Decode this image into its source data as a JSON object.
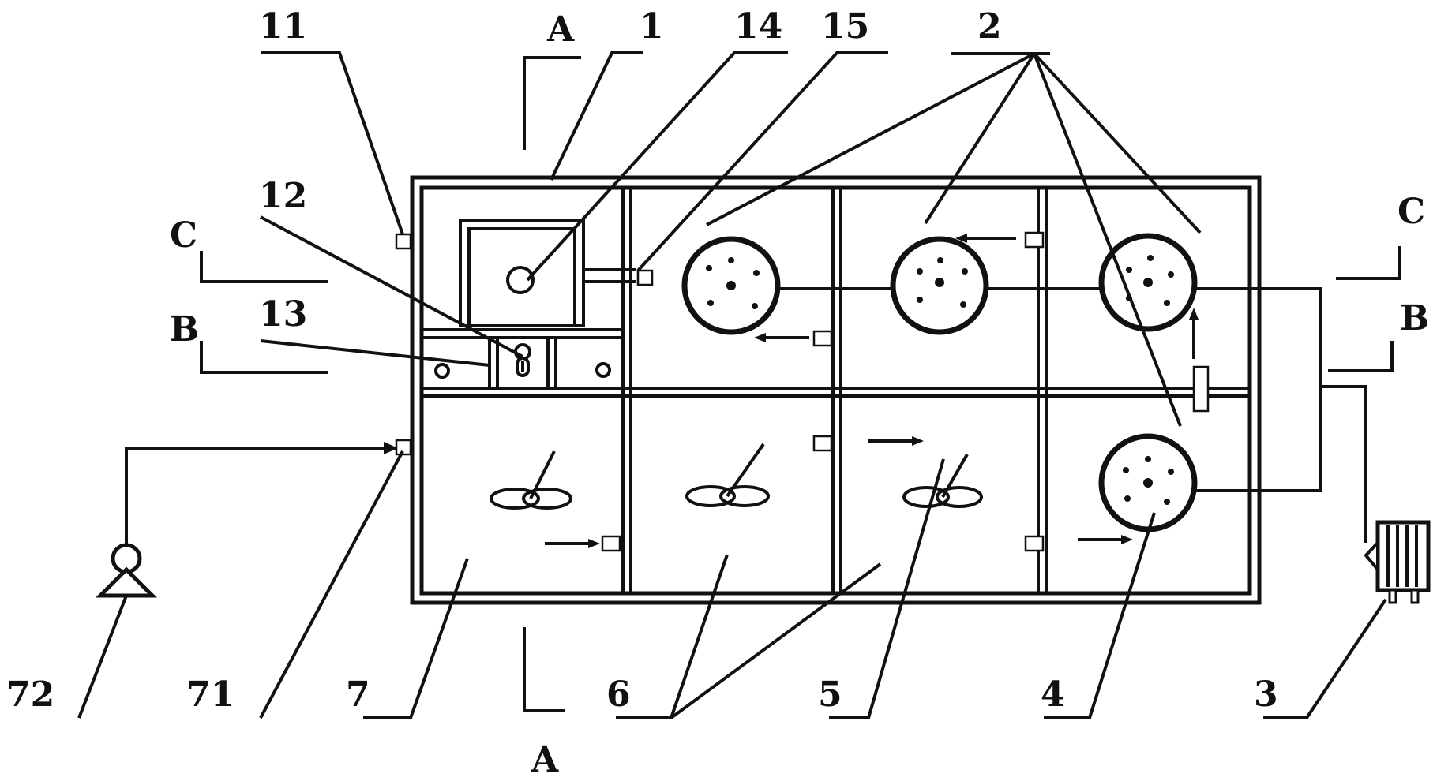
{
  "labels": {
    "n1": "1",
    "n2": "2",
    "n3": "3",
    "n4": "4",
    "n5": "5",
    "n6": "6",
    "n7": "7",
    "n11": "11",
    "n12": "12",
    "n13": "13",
    "n14": "14",
    "n15": "15",
    "n71": "71",
    "n72": "72",
    "sectA_top": "A",
    "sectA_bottom": "A",
    "sectB_left": "B",
    "sectB_right": "B",
    "sectC_left": "C",
    "sectC_right": "C"
  },
  "colors": {
    "ink": "#111111",
    "background": "#ffffff"
  }
}
